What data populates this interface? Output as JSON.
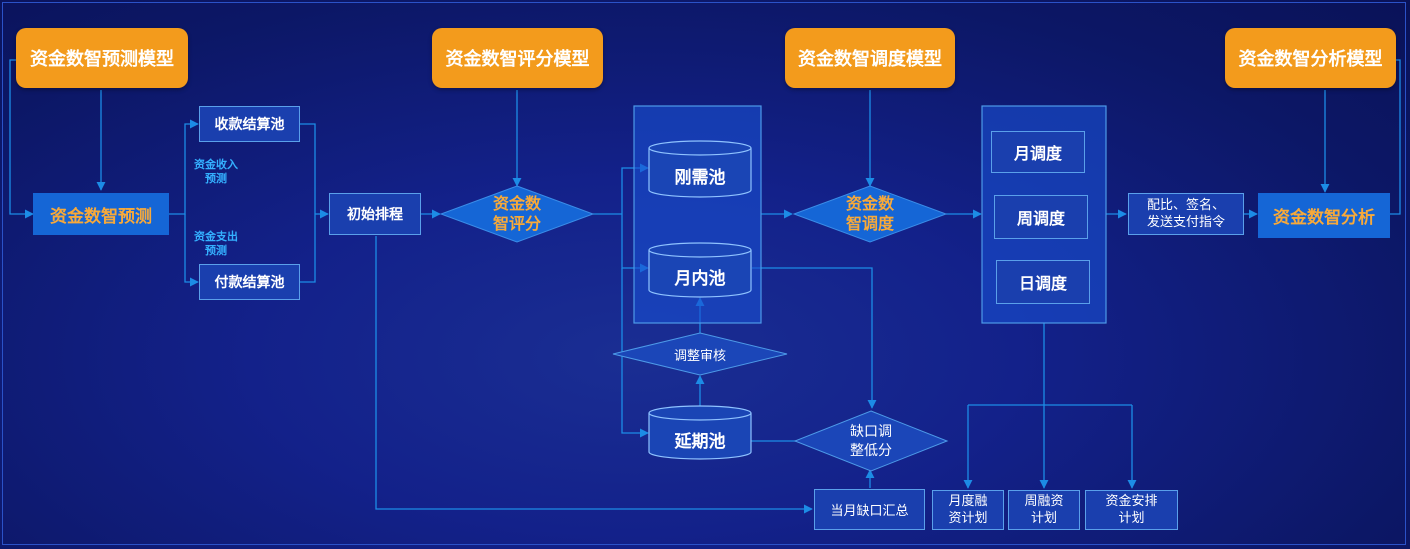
{
  "models": {
    "forecast": "资金数智预测模型",
    "scoring": "资金数智评分模型",
    "scheduling": "资金数智调度模型",
    "analysis": "资金数智分析模型"
  },
  "nodes": {
    "forecast": "资金数智预测",
    "receipt_pool": "收款结算池",
    "payment_pool": "付款结算池",
    "initial_schedule": "初始排程",
    "scoring_line1": "资金数",
    "scoring_line2": "智评分",
    "rigid_pool": "刚需池",
    "monthly_pool": "月内池",
    "adjust_review": "调整审核",
    "deferred_pool": "延期池",
    "gap_line1": "缺口调",
    "gap_line2": "整低分",
    "dispatch_line1": "资金数",
    "dispatch_line2": "智调度",
    "monthly_dispatch": "月调度",
    "weekly_dispatch": "周调度",
    "daily_dispatch": "日调度",
    "payment_cmd_line1": "配比、签名、",
    "payment_cmd_line2": "发送支付指令",
    "analysis": "资金数智分析",
    "monthly_gap_summary": "当月缺口汇总",
    "monthly_finance_line1": "月度融",
    "monthly_finance_line2": "资计划",
    "weekly_finance_line1": "周融资",
    "weekly_finance_line2": "计划",
    "fund_arrange_line1": "资金安排",
    "fund_arrange_line2": "计划"
  },
  "labels": {
    "income_forecast_line1": "资金收入",
    "income_forecast_line2": "预测",
    "expense_forecast_line1": "资金支出",
    "expense_forecast_line2": "预测"
  },
  "colors": {
    "model_orange": "#f39b1c",
    "node_blue": "#1566d6",
    "line_blue": "#1c8ce6",
    "label_cyan": "#34b0ff",
    "orange_text": "#f7a93a"
  }
}
